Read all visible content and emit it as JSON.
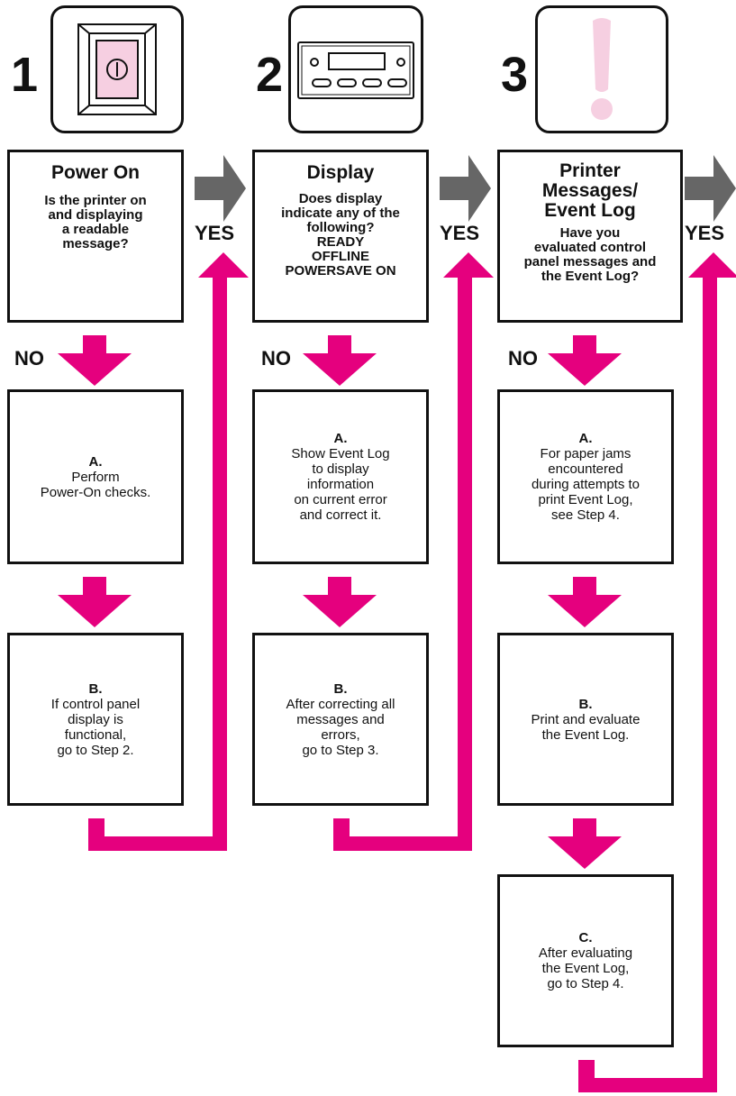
{
  "colors": {
    "accent": "#e5007e",
    "gray_arrow": "#666666",
    "icon_pink": "#f6cfe1",
    "outline": "#111111"
  },
  "columns": [
    {
      "step": "1",
      "icon": "power-switch-icon",
      "title": "Power On",
      "question": "Is the printer on\nand displaying\na readable\nmessage?",
      "yes_label": "YES",
      "no_label": "NO",
      "subs": [
        {
          "letter": "A.",
          "text": "Perform\nPower-On checks."
        },
        {
          "letter": "B.",
          "text": "If control panel\ndisplay is\nfunctional,\ngo to Step 2."
        }
      ]
    },
    {
      "step": "2",
      "icon": "control-panel-display-icon",
      "title": "Display",
      "question": "Does display\nindicate any of the\nfollowing?\nREADY\nOFFLINE\nPOWERSAVE ON",
      "yes_label": "YES",
      "no_label": "NO",
      "subs": [
        {
          "letter": "A.",
          "text": "Show Event Log\nto display\ninformation\non current error\nand correct it."
        },
        {
          "letter": "B.",
          "text": "After correcting all\nmessages and\nerrors,\ngo to Step 3."
        }
      ]
    },
    {
      "step": "3",
      "icon": "exclamation-icon",
      "title": "Printer\nMessages/\nEvent Log",
      "question": "Have you\nevaluated control\npanel messages and\nthe Event Log?",
      "yes_label": "YES",
      "no_label": "NO",
      "subs": [
        {
          "letter": "A.",
          "text": "For paper jams\nencountered\nduring attempts to\nprint Event Log,\nsee Step 4."
        },
        {
          "letter": "B.",
          "text": "Print and evaluate\nthe Event Log."
        },
        {
          "letter": "C.",
          "text": "After evaluating\nthe Event Log,\ngo to Step 4."
        }
      ]
    }
  ]
}
